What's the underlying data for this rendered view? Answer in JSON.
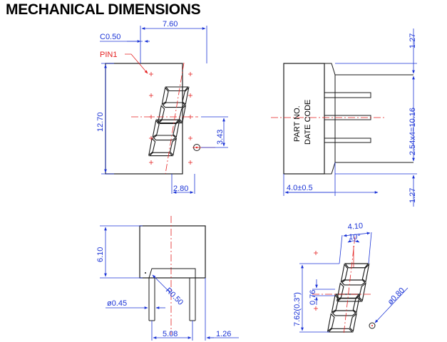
{
  "title": "MECHANICAL DIMENSIONS",
  "colors": {
    "outline": "#1a1a1a",
    "dimension": "#1a33d6",
    "centerline": "#e52020"
  },
  "front_view": {
    "chamfer_label": "C0.50",
    "width_label": "7.60",
    "pin1_label": "PIN1",
    "height_label": "12.70",
    "dp_offset_label": "3.43",
    "bottom_label": "2.80"
  },
  "side_view": {
    "part_no_label": "PART NO.",
    "date_code_label": "DATE CODE",
    "top_offset_label": "1.27",
    "pitch_label": "2.54x4=10.16",
    "bottom_offset_label": "1.27",
    "depth_label": "4.0±0.5"
  },
  "bottom_view": {
    "height_label": "6.10",
    "pin_diameter_label": "ø0.45",
    "radius_label": "R0.50",
    "pin_spacing_label": "5.08",
    "pin_offset_label": "1.26"
  },
  "digit_detail": {
    "width_label": "4.10",
    "angle_label": "10°",
    "height_label": "7.62(0.3\")",
    "segment_label": "0.76",
    "dp_diameter_label": "ø0.80"
  }
}
